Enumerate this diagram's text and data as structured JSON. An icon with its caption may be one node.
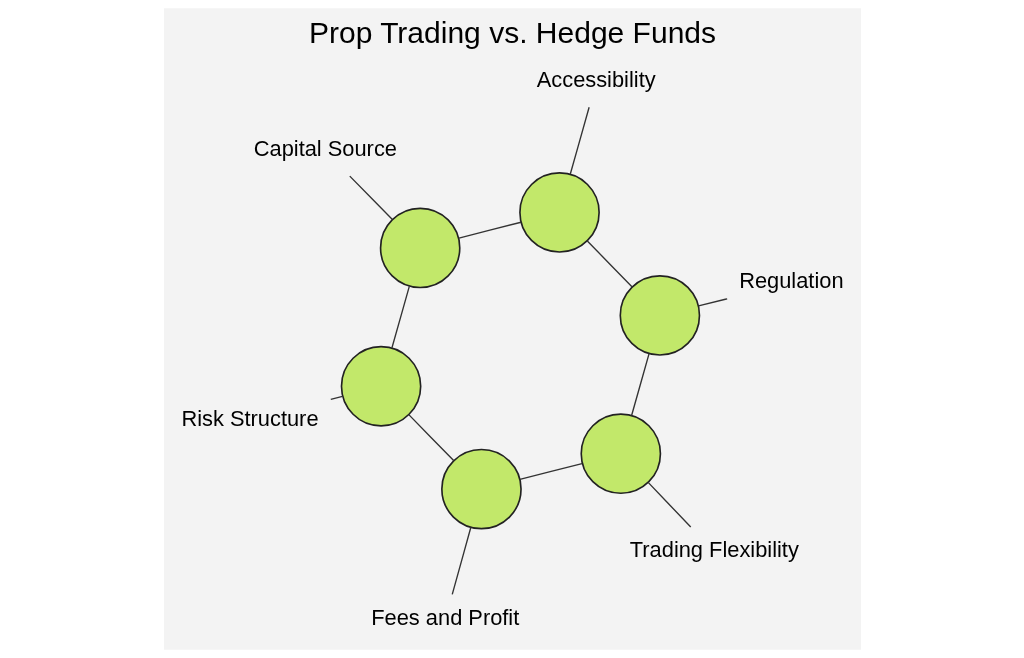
{
  "diagram": {
    "title": "Prop Trading vs. Hedge Funds",
    "nodes": [
      {
        "text": [
          "Capital Source"
        ]
      },
      {
        "text": [],
        "shape": "circle"
      },
      {
        "text": [
          "Risk Structure"
        ]
      },
      {
        "text": [],
        "shape": "circle"
      },
      {
        "text": [
          "Accessibility"
        ]
      },
      {
        "text": [],
        "shape": "circle"
      },
      {
        "text": [],
        "shape": "circle"
      },
      {
        "text": [
          "Fees and Profit"
        ]
      },
      {
        "text": [],
        "shape": "circle"
      },
      {
        "text": [],
        "shape": "circle"
      },
      {
        "text": [
          "Regulation"
        ]
      },
      {
        "text": [
          "Trading Flexibility"
        ]
      }
    ],
    "edges": [
      {
        "from": 0,
        "to": 1,
        "arrow": "none"
      },
      {
        "from": 2,
        "to": 3,
        "arrow": "none"
      },
      {
        "from": 4,
        "to": 5,
        "arrow": "none"
      },
      {
        "from": 7,
        "to": 6,
        "arrow": "none"
      },
      {
        "from": 10,
        "to": 8,
        "arrow": "none"
      },
      {
        "from": 11,
        "to": 9,
        "arrow": "none"
      },
      {
        "from": 1,
        "to": 3,
        "arrow": "none"
      },
      {
        "from": 3,
        "to": 6,
        "arrow": "none"
      },
      {
        "from": 6,
        "to": 9,
        "arrow": "none"
      },
      {
        "from": 9,
        "to": 8,
        "arrow": "none"
      },
      {
        "from": 8,
        "to": 5,
        "arrow": "none"
      },
      {
        "from": 5,
        "to": 1,
        "arrow": "none"
      }
    ]
  }
}
